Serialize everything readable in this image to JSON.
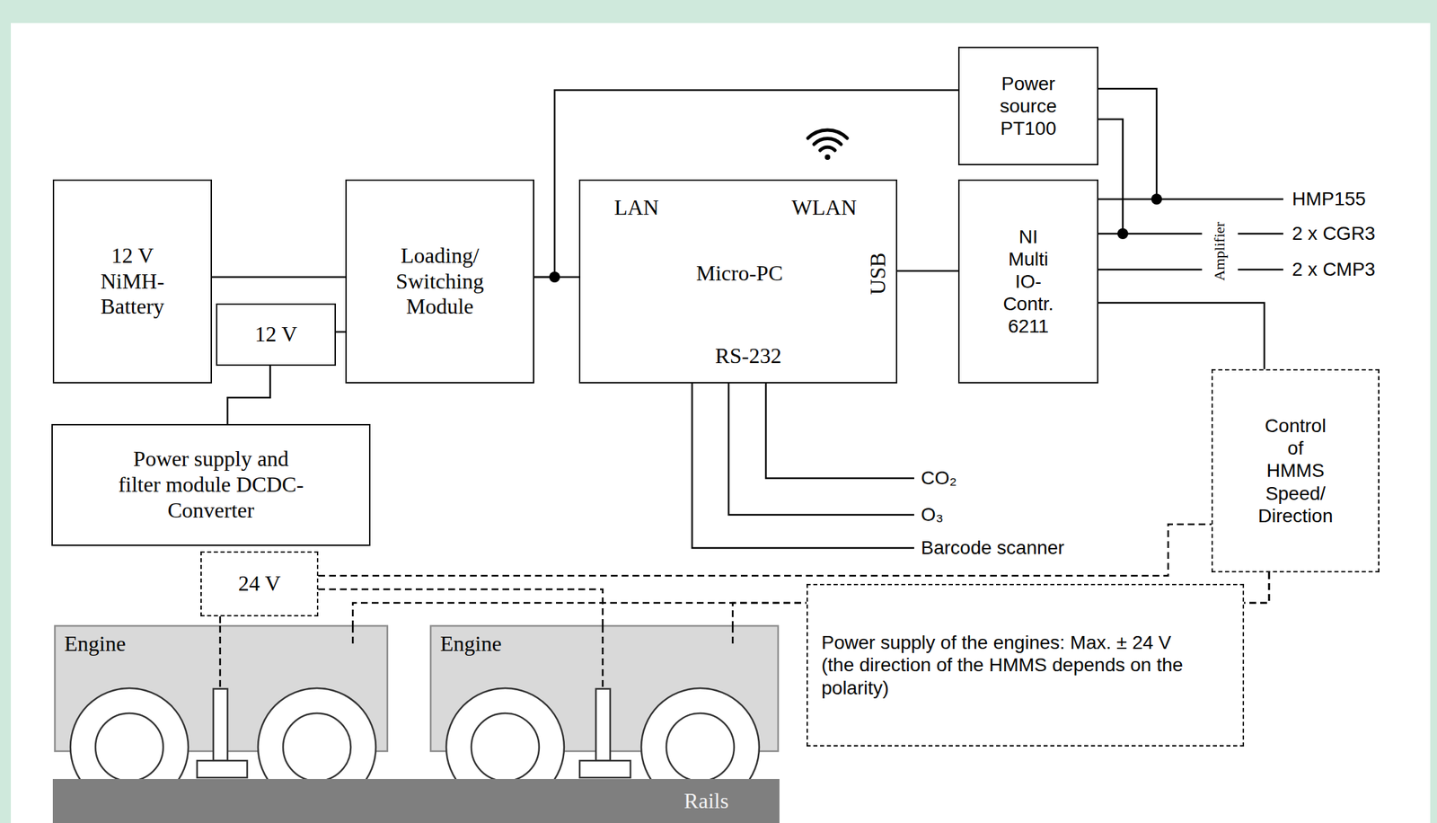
{
  "diagram": {
    "nodes": [
      {
        "text": [
          "12 V NiMH-Battery"
        ]
      },
      {
        "text": [
          "12 V"
        ]
      },
      {
        "text": [
          "Loading/ Switching Module"
        ]
      },
      {
        "text": [
          "Power source PT100"
        ]
      },
      {
        "text": [
          "LAN",
          "WLAN",
          "Micro-PC",
          "USB",
          "RS-232"
        ]
      },
      {
        "text": [
          "NI Multi IO- Contr. 6211"
        ]
      },
      {
        "text": [
          "Power supply and filter module DCDC-Converter"
        ]
      },
      {
        "text": [
          "Control of HMMS Speed/ Direction"
        ]
      },
      {
        "text": [
          "24 V"
        ]
      },
      {
        "text": [
          "Engine"
        ]
      },
      {
        "text": [
          "Engine"
        ]
      },
      {
        "text": [
          "Power supply of the engines: Max. ± 24 V (the direction of the HMMS depends on the polarity)"
        ]
      },
      {
        "text": [
          "Rails"
        ]
      }
    ],
    "edges": [
      {
        "from": 0,
        "to": 2,
        "arrow": "none"
      },
      {
        "from": 1,
        "to": 2,
        "arrow": "none"
      },
      {
        "from": 1,
        "to": 6,
        "arrow": "none"
      },
      {
        "from": 2,
        "to": 4,
        "arrow": "none"
      },
      {
        "from": 2,
        "to": 3,
        "arrow": "none"
      },
      {
        "from": 4,
        "to": 5,
        "arrow": "none"
      },
      {
        "from": 5,
        "to": 7,
        "arrow": "none"
      },
      {
        "from": 8,
        "to": 7,
        "arrow": "none"
      },
      {
        "from": 8,
        "to": 9,
        "arrow": "none"
      },
      {
        "from": 8,
        "to": 10,
        "arrow": "none"
      },
      {
        "from": 7,
        "to": 9,
        "arrow": "none"
      },
      {
        "from": 7,
        "to": 10,
        "arrow": "none"
      }
    ],
    "labels": [
      "HMP155",
      "2 x CGR3",
      "2 x CMP3",
      "Amplifier",
      "CO₂",
      "O₃",
      "Barcode scanner"
    ]
  }
}
